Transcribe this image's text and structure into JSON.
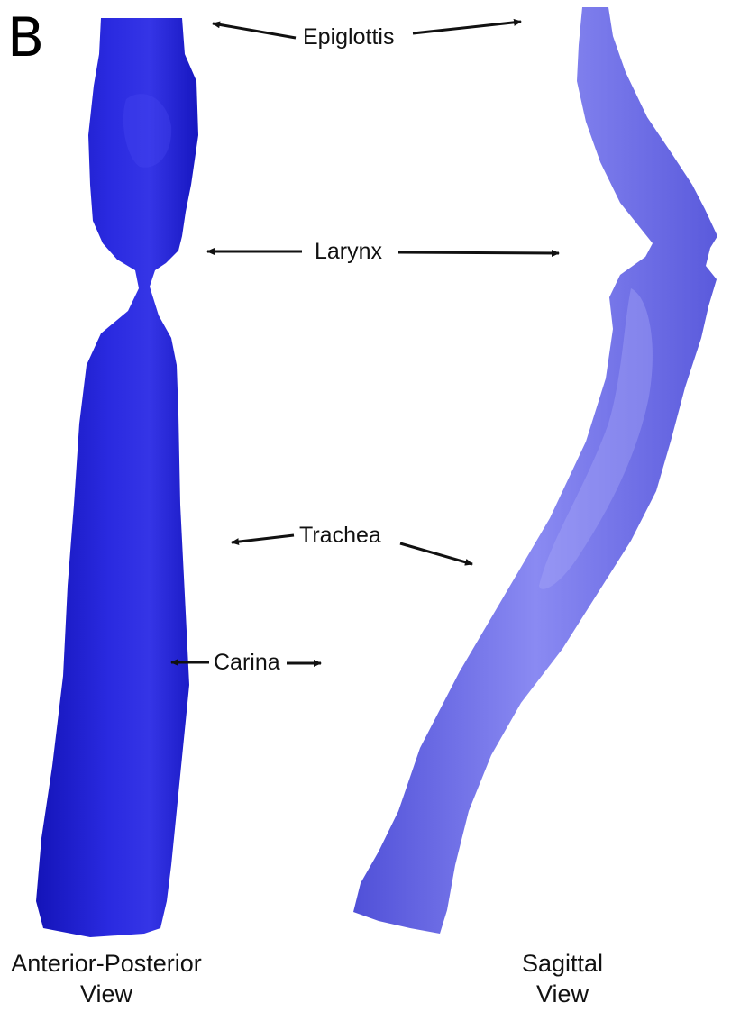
{
  "panel_letter": "B",
  "labels": {
    "epiglottis": "Epiglottis",
    "larynx": "Larynx",
    "trachea": "Trachea",
    "carina": "Carina"
  },
  "views": {
    "left_line1": "Anterior-Posterior",
    "left_line2": "View",
    "right_line1": "Sagittal",
    "right_line2": "View"
  },
  "colors": {
    "ap_view": "#2222d6",
    "sagittal_view": "#6b6be8",
    "arrow": "#111111",
    "text": "#111111"
  }
}
